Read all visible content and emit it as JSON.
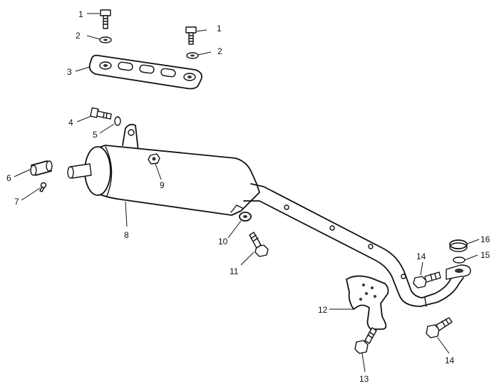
{
  "labels": {
    "p1a": "1",
    "p1b": "1",
    "p2a": "2",
    "p2b": "2",
    "p3": "3",
    "p4": "4",
    "p5": "5",
    "p6": "6",
    "p7": "7",
    "p8": "8",
    "p9": "9",
    "p10": "10",
    "p11": "11",
    "p12": "12",
    "p13": "13",
    "p14a": "14",
    "p14b": "14",
    "p15": "15",
    "p16": "16"
  }
}
